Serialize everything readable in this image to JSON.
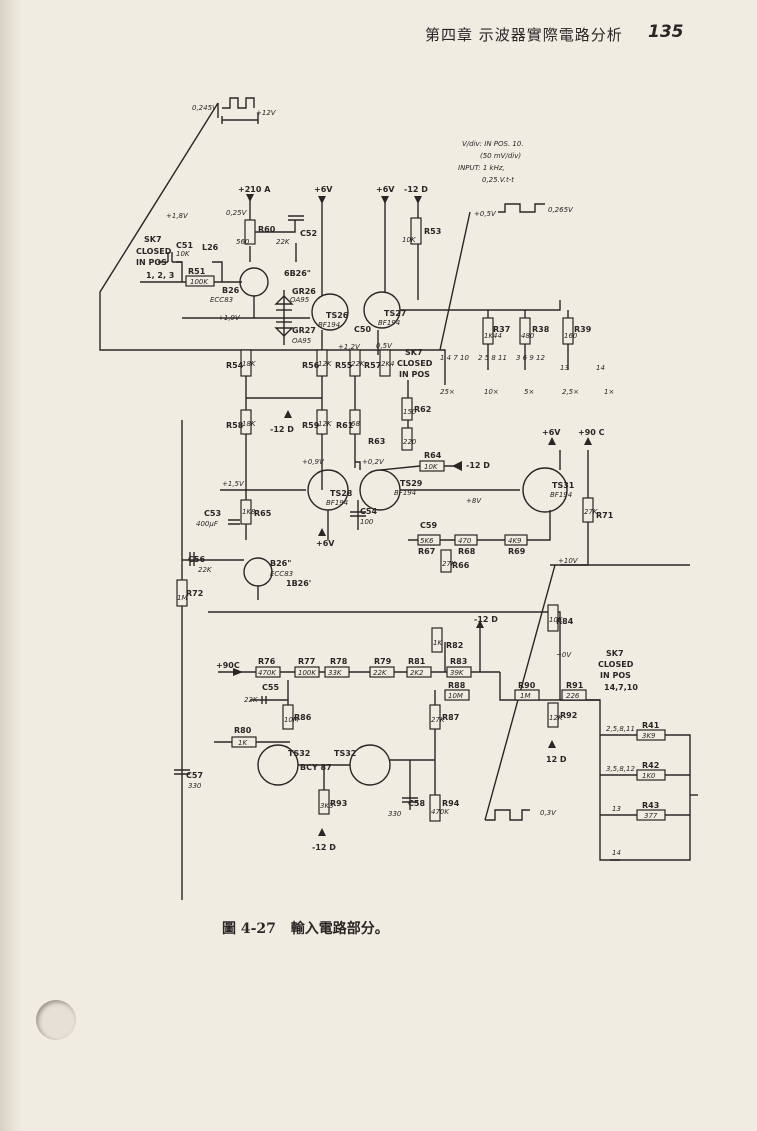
{
  "header": {
    "chapter_title": "第四章 示波器實際電路分析",
    "page_number": "135"
  },
  "caption": {
    "figure_number": "圖 4-27",
    "figure_title": "輸入電路部分。"
  },
  "notes": {
    "vdiv_line1": "V/div: IN POS. 10.",
    "vdiv_line2": "(50 mV/div)",
    "vdiv_line3": "INPUT: 1 kHz,",
    "vdiv_line4": "0,25.V.t-t"
  },
  "supplies": {
    "p210a": "+210 A",
    "p6v_a": "+6V",
    "p6v_b": "+6V",
    "m12d_a": "-12 D",
    "p6v_c": "+6V",
    "p90c_a": "+90 C",
    "m12d_b": "-12 D",
    "p90c_b": "+90C",
    "m12d_c": "-12 D",
    "m12d_d": "-12 D",
    "d12": "12 D",
    "m12d_e": "-12 D",
    "p6v_d": "+6V"
  },
  "levels": {
    "w0245": "0,245V",
    "w12v": "+12V",
    "w025": "0,25V",
    "w18v": "+1,8V",
    "w05v": "+0,5V",
    "w0265": "0,265V",
    "v19": "+1,9V",
    "v12": "+1,2V",
    "v05": "0,5V",
    "v09": "+0,9V",
    "v02": "+0,2V",
    "v15": "+1,5V",
    "v8": "+8V",
    "v10": "+10V",
    "v0": "~0V",
    "w03": "0,3V"
  },
  "sk7": {
    "a_title": "SK7",
    "a_l1": "CLOSED",
    "a_l2": "IN POS",
    "a_pos": "1, 2, 3",
    "b_title": "SK7",
    "b_l1": "CLOSED",
    "b_l2": "IN POS",
    "c_title": "SK7",
    "c_l1": "CLOSED",
    "c_l2": "IN POS",
    "c_pos": "14,7,10"
  },
  "attenuator": {
    "c1": "1 4 7 10",
    "c2": "2 5 8 11",
    "c3": "3 6 9 12",
    "c4": "13",
    "c5": "14",
    "f1": "25×",
    "f2": "10×",
    "f3": "5×",
    "f4": "2,5×",
    "f5": "1×",
    "r41_pos": "2,5,8,11",
    "r42_pos": "3,5,8,12",
    "r43_pos": "13",
    "sw14": "14"
  },
  "components": {
    "R60": "R60",
    "R60v": "560",
    "C52": "C52",
    "C52v": "22K",
    "R53": "R53",
    "R53v": "10K",
    "SK7": "SK7",
    "C51": "C51",
    "C51v": "10K",
    "L26": "L26",
    "R51": "R51",
    "R51v": "100K",
    "B26": "B26",
    "B26t": "ECC83",
    "B26b": "6B26\"",
    "GR26": "GR26",
    "GR26t": "OA95",
    "GR27": "GR27",
    "GR27t": "OA95",
    "TS26": "TS26",
    "TS26t": "BF194",
    "TS27": "TS27",
    "TS27t": "BF194",
    "C50": "C50",
    "R37": "R37",
    "R37v": "1K44",
    "R38": "R38",
    "R38v": "480",
    "R39": "R39",
    "R39v": "160",
    "R54": "R54",
    "R54v": "18K",
    "R56": "R56",
    "R56v": "12K",
    "R55": "R55",
    "R55v": "22K",
    "R57": "R57",
    "R57v": "2K4",
    "R58": "R58",
    "R58v": "18K",
    "R59": "R59",
    "R59v": "12K",
    "R61": "R61",
    "R61v": "68",
    "R62": "R62",
    "R62v": "150",
    "R63": "R63",
    "R63v": "220",
    "R64": "R64",
    "R64v": "10K",
    "TS28": "TS28",
    "TS28t": "BF194",
    "TS29": "TS29",
    "TS29t": "BF194",
    "TS31": "TS31",
    "TS31t": "BF194",
    "R71": "R71",
    "R71v": "27K",
    "C53": "C53",
    "C53v": "400µF",
    "R65": "R65",
    "R65v": "1K8",
    "C54": "C54",
    "C54v": "100",
    "C59": "C59",
    "R67": "R67",
    "R67v": "5K6",
    "R68": "R68",
    "R68v": "470",
    "R69": "R69",
    "R69v": "4K9",
    "R66": "R66",
    "R66v": "27K",
    "C56": "C56",
    "C56v": "22K",
    "B26b2": "B26\"",
    "B26b2t": "ECC83",
    "B26b2b": "1B26'",
    "R72": "R72",
    "R72v": "1M",
    "R84": "R84",
    "R84v": "10K",
    "R76": "R76",
    "R76v": "470K",
    "R77": "R77",
    "R77v": "100K",
    "R78": "R78",
    "R78v": "33K",
    "R79": "R79",
    "R79v": "22K",
    "R81": "R81",
    "R81v": "2K2",
    "R82": "R82",
    "R82v": "1K",
    "R83": "R83",
    "R83v": "39K",
    "C55": "C55",
    "C55v": "22K",
    "R88": "R88",
    "R88v": "10M",
    "R90": "R90",
    "R90v": "1M",
    "R91": "R91",
    "R91v": "226",
    "R92": "R92",
    "R92v": "12K",
    "R86": "R86",
    "R86v": "10M",
    "R87": "R87",
    "R87v": "27K",
    "R80": "R80",
    "R80v": "1K",
    "TS32a": "TS32",
    "TS32b": "TS32",
    "BCY87": "BCY 87",
    "R93": "R93",
    "R93v": "3K3",
    "C57": "C57",
    "C57v": "330",
    "C58": "C58",
    "C58v": "330",
    "R94": "R94",
    "R94v": "470K",
    "R41": "R41",
    "R41v": "3K9",
    "R42": "R42",
    "R42v": "1K0",
    "R43": "R43",
    "R43v": "377"
  }
}
